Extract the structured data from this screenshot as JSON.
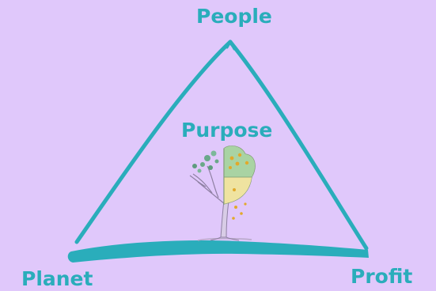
{
  "labels": {
    "people": "People",
    "purpose": "Purpose",
    "planet": "Planet",
    "profit": "Profit"
  },
  "colors": {
    "background": "#e0c8fb",
    "accent": "#2aadbb"
  },
  "icons": {
    "center": "tree-icon"
  }
}
